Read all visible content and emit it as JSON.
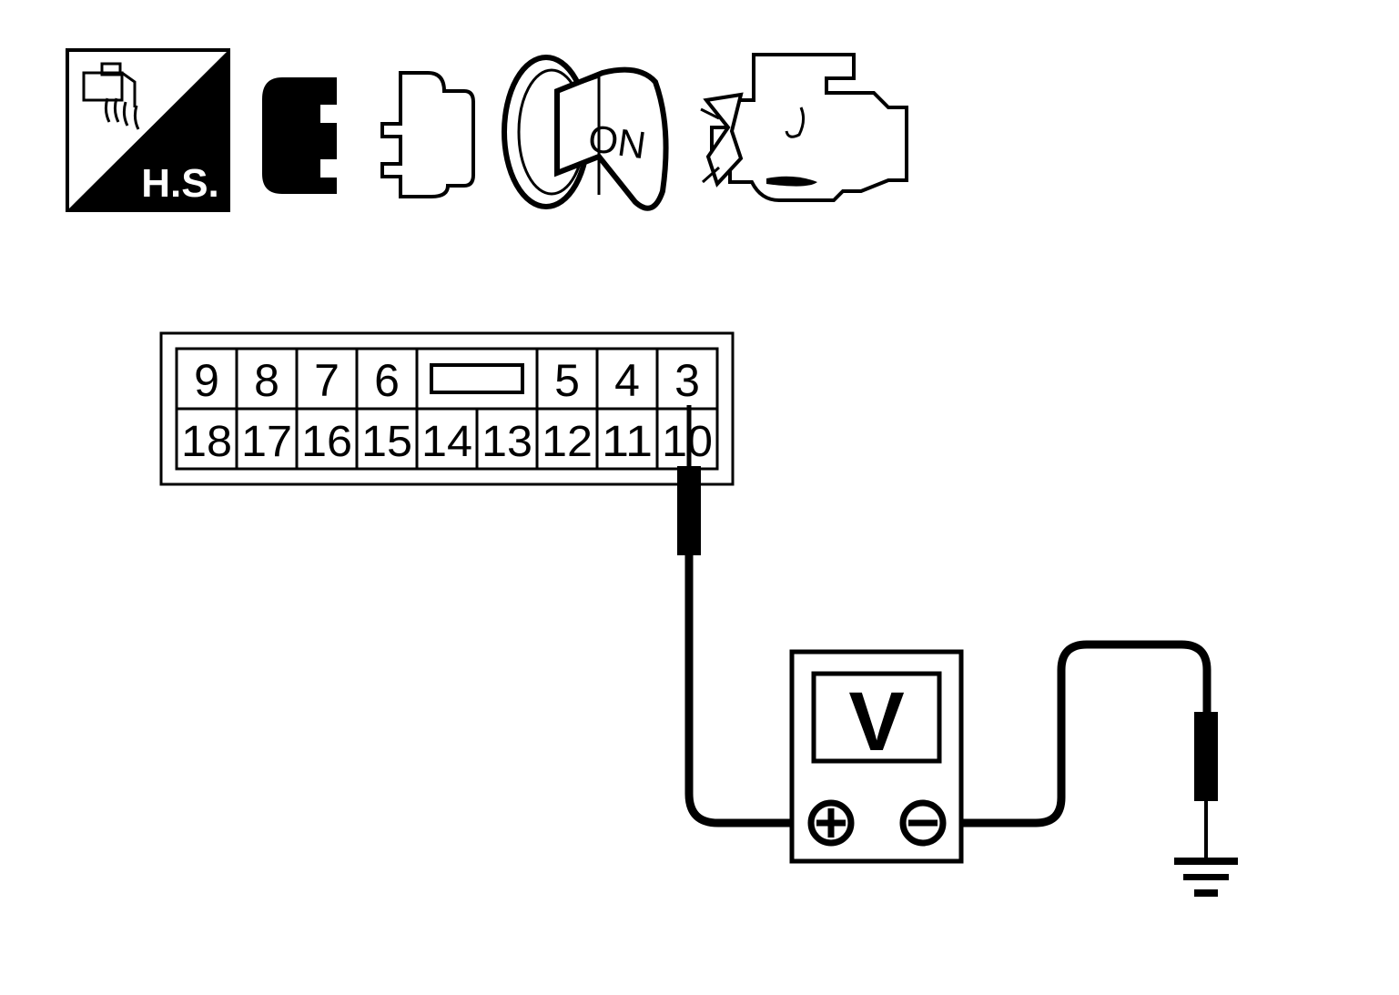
{
  "icons": {
    "harness_icon": {
      "label": "H.S."
    },
    "connector_disconnect_icon": {
      "label": ""
    },
    "ignition_key_icon": {
      "label": "ON"
    },
    "engine_stopped_icon": {
      "label": ""
    }
  },
  "connector": {
    "top_row": [
      {
        "label": "9"
      },
      {
        "label": "8"
      },
      {
        "label": "7"
      },
      {
        "label": "6"
      },
      {
        "label": "",
        "type": "key"
      },
      {
        "label": "5"
      },
      {
        "label": "4"
      },
      {
        "label": "3"
      }
    ],
    "bottom_row": [
      "18",
      "17",
      "16",
      "15",
      "14",
      "13",
      "12",
      "11",
      "10"
    ]
  },
  "voltmeter": {
    "display": "V",
    "positive_terminal": "+",
    "negative_terminal": "−"
  },
  "colors": {
    "ink": "#000000",
    "paper": "#ffffff"
  }
}
